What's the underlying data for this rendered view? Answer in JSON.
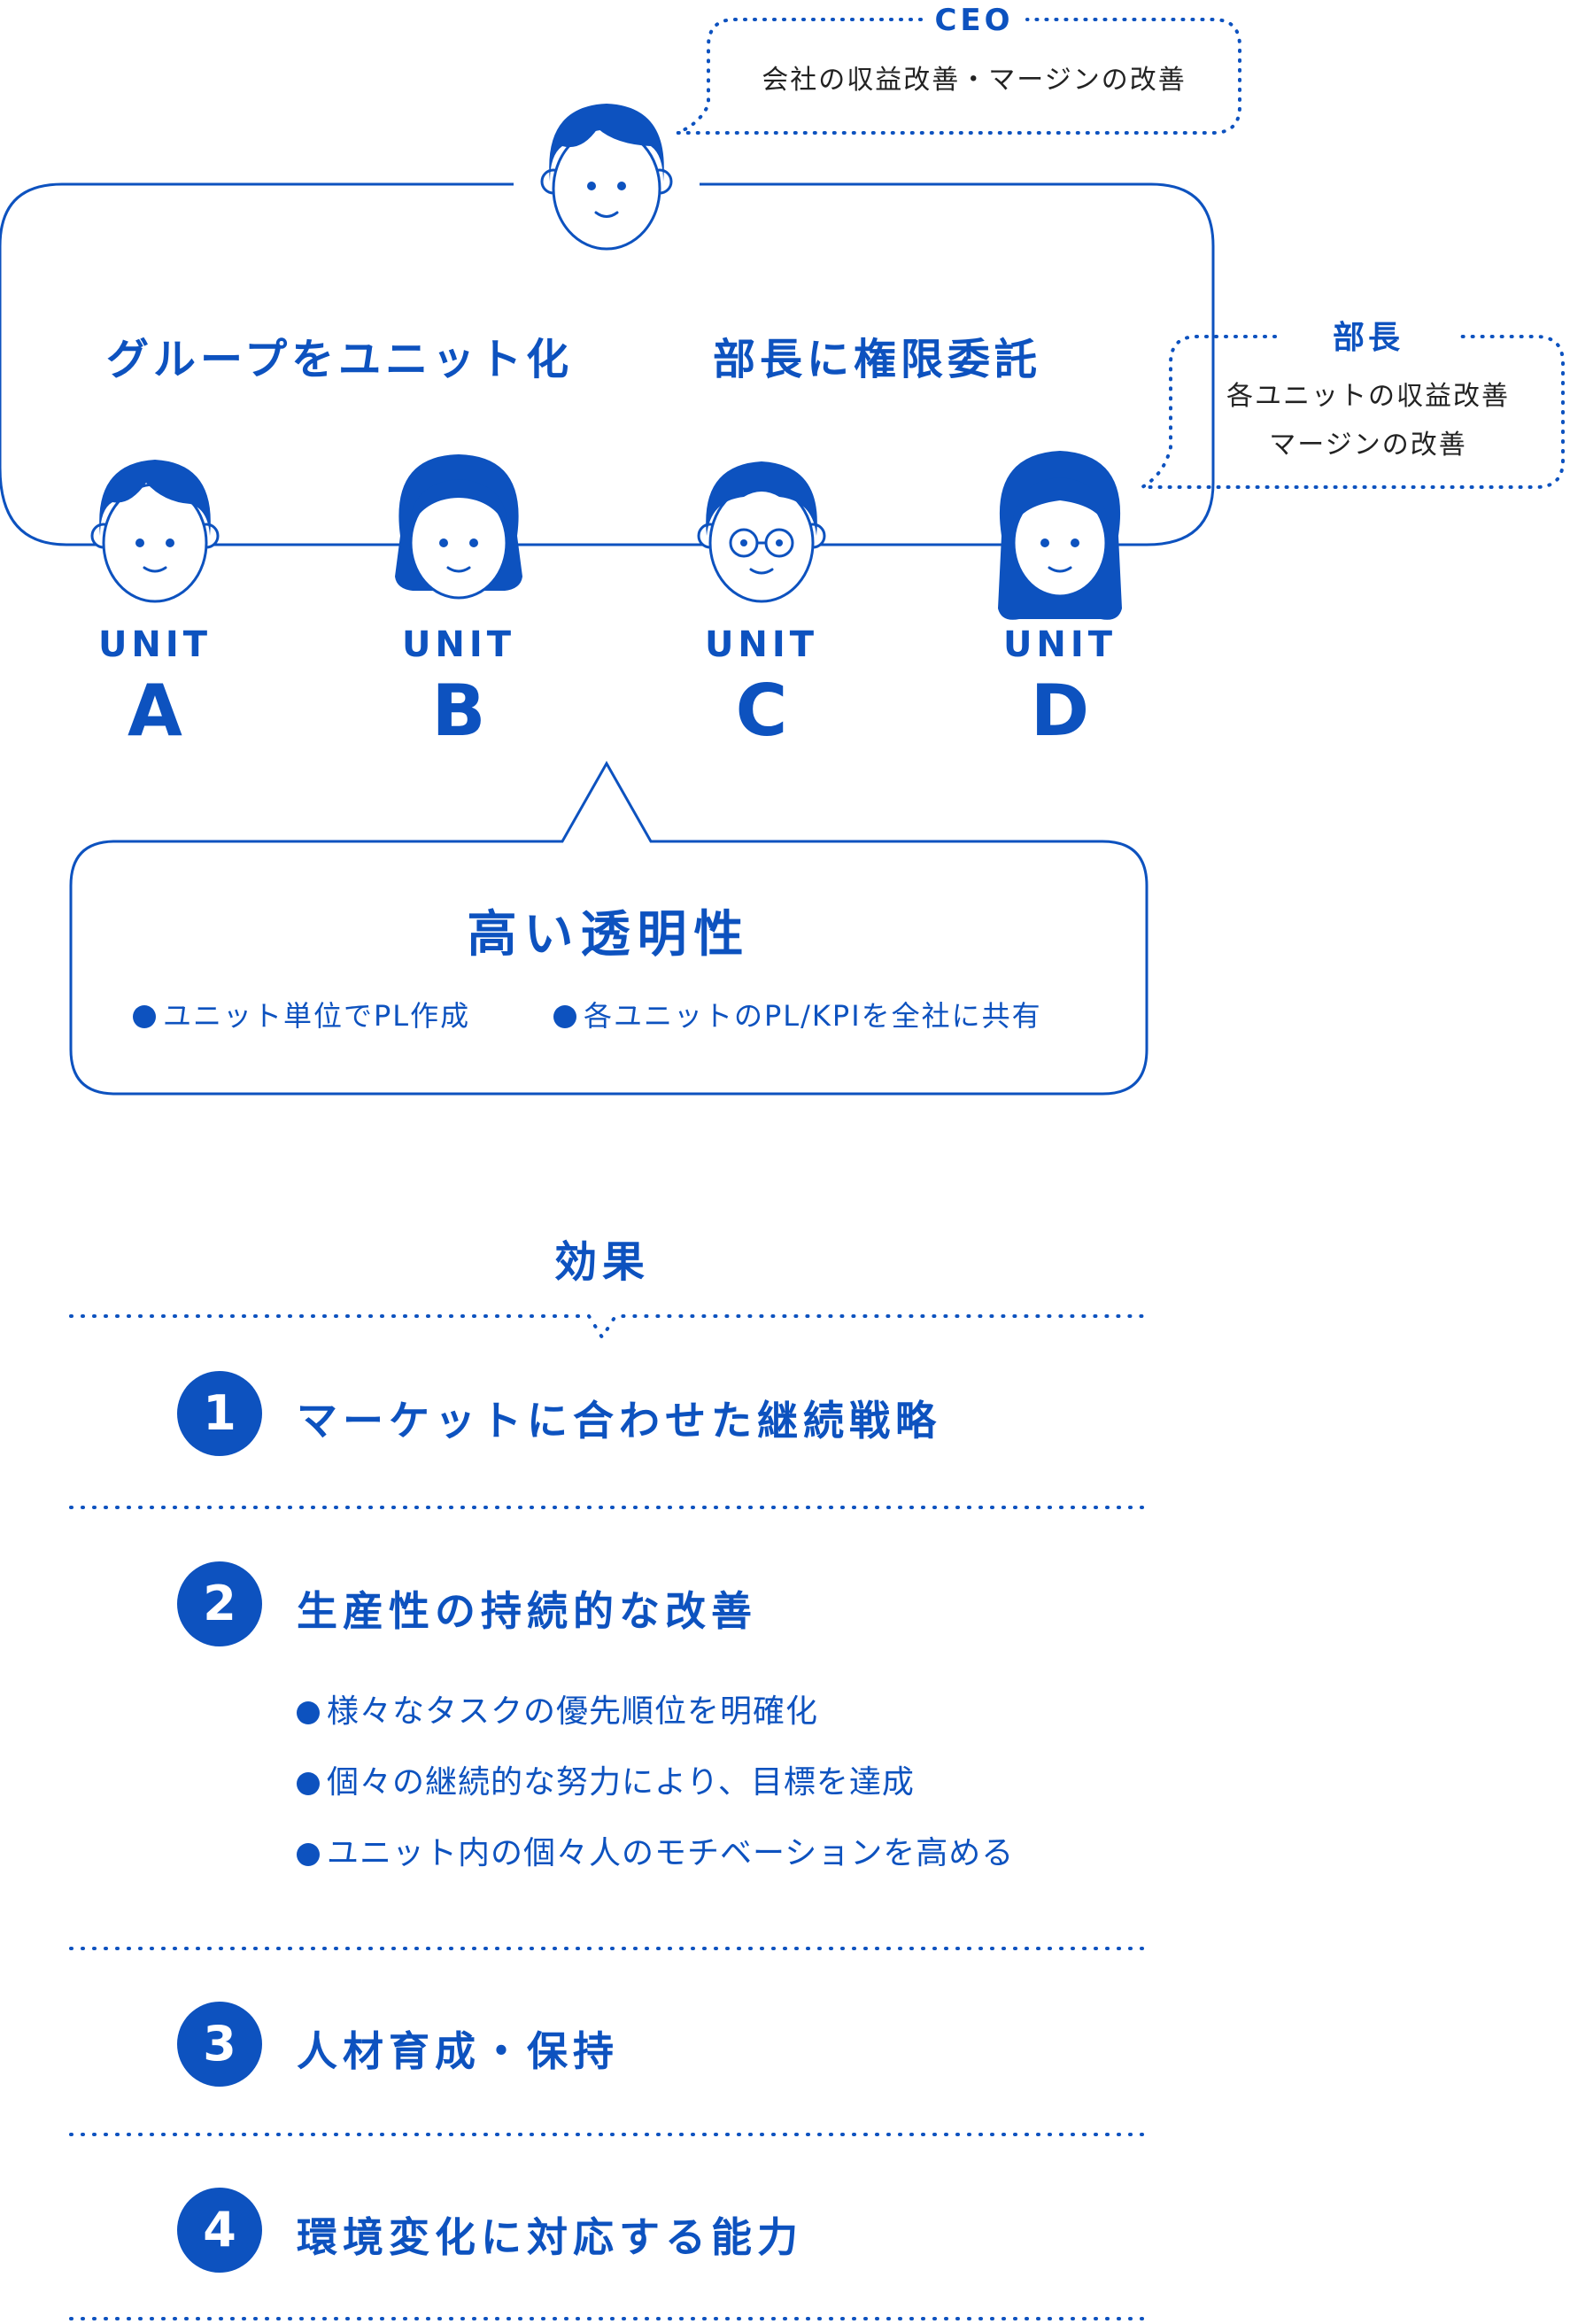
{
  "ceo": {
    "title": "CEO",
    "role": "会社の収益改善・マージンの改善"
  },
  "manager": {
    "title": "部長",
    "role_line1": "各ユニットの収益改善",
    "role_line2": "マージンの改善"
  },
  "headlines": {
    "left": "グループをユニット化",
    "right": "部長に権限委託"
  },
  "units": [
    {
      "word": "UNIT",
      "letter": "A"
    },
    {
      "word": "UNIT",
      "letter": "B"
    },
    {
      "word": "UNIT",
      "letter": "C"
    },
    {
      "word": "UNIT",
      "letter": "D"
    }
  ],
  "transparency": {
    "title": "高い透明性",
    "items": [
      "ユニット単位でPL作成",
      "各ユニットのPL/KPIを全社に共有"
    ]
  },
  "effects": {
    "title": "効果",
    "items": [
      {
        "number": "1",
        "label": "マーケットに合わせた継続戦略"
      },
      {
        "number": "2",
        "label": "生産性の持続的な改善",
        "sub": [
          "様々なタスクの優先順位を明確化",
          "個々の継続的な努力により、目標を達成",
          "ユニット内の個々人のモチベーションを高める"
        ]
      },
      {
        "number": "3",
        "label": "人材育成・保持"
      },
      {
        "number": "4",
        "label": "環境変化に対応する能力"
      }
    ]
  },
  "colors": {
    "primary": "#0d52bf",
    "text_dark": "#222222"
  }
}
